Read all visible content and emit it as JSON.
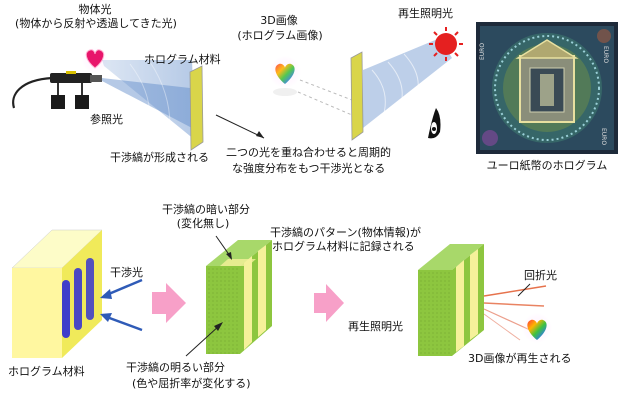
{
  "labels": {
    "object_light": "物体光",
    "object_light_sub": "(物体から反射や透過してきた光)",
    "hologram_material_top": "ホログラム材料",
    "reference_light": "参照光",
    "fringes_formed": "干渉縞が形成される",
    "image_3d_top": "3D画像",
    "image_3d_top_sub": "(ホログラム画像)",
    "interference_explain_1": "二つの光を重ね合わせると周期的",
    "interference_explain_2": "な強度分布をもつ干渉光となる",
    "reconstruction_light_top": "再生照明光",
    "euro_hologram": "ユーロ紙幣のホログラム",
    "interference_light": "干渉光",
    "hologram_material_bottom": "ホログラム材料",
    "dark_part": "干渉縞の暗い部分",
    "dark_part_sub": "(変化無し)",
    "bright_part": "干渉縞の明るい部分",
    "bright_part_sub": "(色や屈折率が変化する)",
    "pattern_recorded_1": "干渉縞のパターン(物体情報)が",
    "pattern_recorded_2": "ホログラム材料に記録される",
    "diffracted_light": "回折光",
    "reconstruction_light_bottom": "再生照明光",
    "image_reconstructed": "3D画像が再生される",
    "euro_corner": "EURO"
  },
  "colors": {
    "beam_blue": "#5b88c8",
    "plate_yellow": "#d9d54a",
    "hologram_green": "#8dc63f",
    "stripe_yellow": "#f5f19a",
    "arrow_pink": "#f7a0c8",
    "fringe_blue": "#2b2bd6",
    "lamp_red": "#e52020",
    "arrow_blue": "#2f5bb7"
  }
}
